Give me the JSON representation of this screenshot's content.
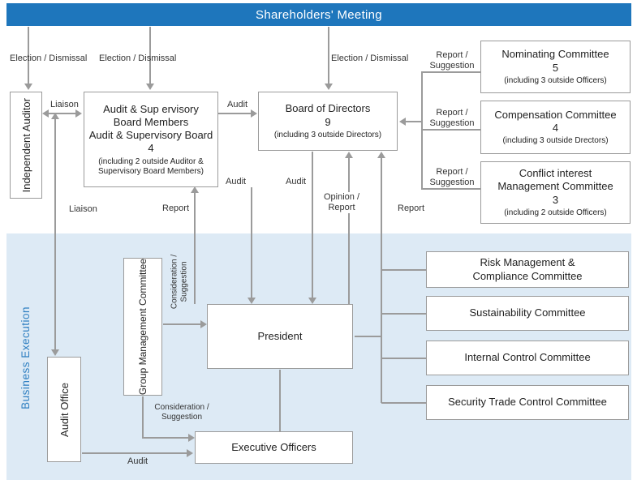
{
  "header": {
    "title": "Shareholders' Meeting"
  },
  "sections": {
    "business_execution": "Business Execution"
  },
  "boxes": {
    "independent_auditor": "Independent Auditor",
    "audit_supervisory_board": {
      "line1": "Audit & Sup ervisory",
      "line2": "Board Members",
      "line3": "Audit & Supervisory Board",
      "count": "4",
      "note": "(including 2 outside Auditor &\nSupervisory Board Members)"
    },
    "board_of_directors": {
      "title": "Board of Directors",
      "count": "9",
      "note": "(including 3 outside Directors)"
    },
    "nominating_committee": {
      "title": "Nominating Committee",
      "count": "5",
      "note": "(including 3 outside Officers)"
    },
    "compensation_committee": {
      "title": "Compensation Committee",
      "count": "4",
      "note": "(including 3 outside Drectors)"
    },
    "conflict_committee": {
      "title": "Conflict interest\nManagement Committee",
      "count": "3",
      "note": "(including 2 outside Officers)"
    },
    "group_management_committee": "Group Management Committee",
    "president": "President",
    "executive_officers": "Executive Officers",
    "audit_office": "Audit Office",
    "risk_management_committee": "Risk Management &\nCompliance Committee",
    "sustainability_committee": "Sustainability Committee",
    "internal_control_committee": "Internal Control Committee",
    "security_trade_committee": "Security Trade Control Committee"
  },
  "arrow_labels": {
    "election_dismissal": "Election / Dismissal",
    "liaison": "Liaison",
    "audit": "Audit",
    "report": "Report",
    "report_suggestion": "Report /\nSuggestion",
    "opinion_report": "Opinion /\nReport",
    "consideration_suggestion": "Consideration /\nSuggestion"
  },
  "colors": {
    "header_bg": "#1e76bc",
    "section_bg": "#ddeaf5",
    "line": "#9b9b9b",
    "accent_text": "#2e7fc1"
  }
}
